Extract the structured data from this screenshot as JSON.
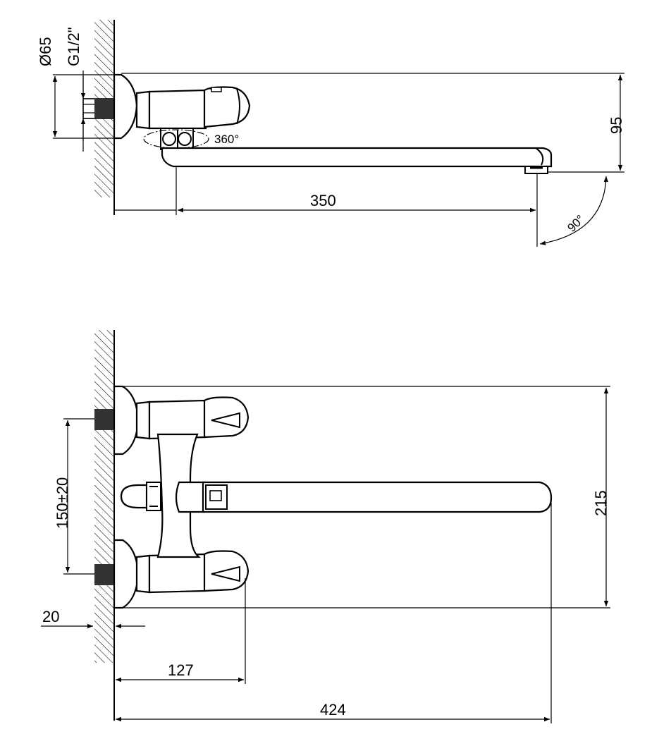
{
  "side_view": {
    "dia_outer": "Ø65",
    "thread": "G1/2\"",
    "rotation": "360°",
    "height": "95",
    "reach": "350",
    "angle": "90°"
  },
  "front_view": {
    "spacing": "150±20",
    "total_height": "215",
    "offset": "20",
    "handle_depth": "127",
    "total_length": "424"
  }
}
